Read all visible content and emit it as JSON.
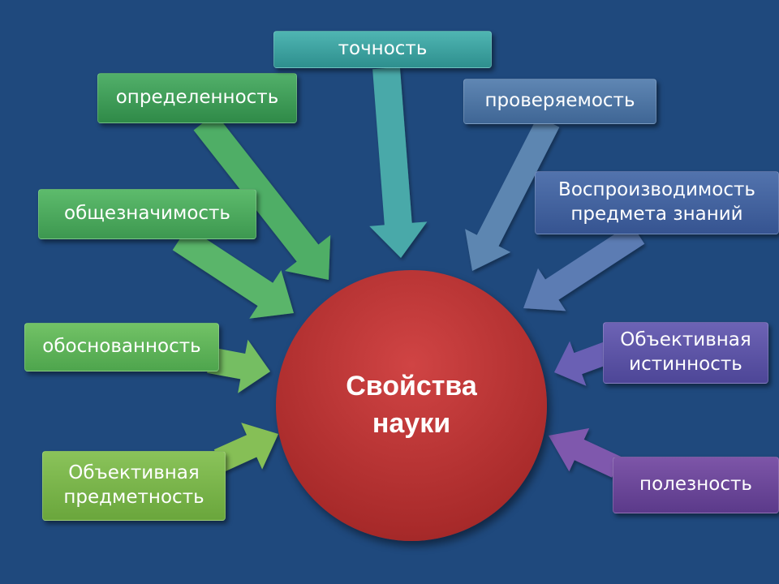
{
  "center": {
    "label": "Свойства\nнауки",
    "color": "#b83232"
  },
  "properties": [
    {
      "id": "opredelennost",
      "label": "определенность",
      "color": "#3f9c58"
    },
    {
      "id": "tochnost",
      "label": "точность",
      "color": "#3ea2a0"
    },
    {
      "id": "proveryaemost",
      "label": "проверяемость",
      "color": "#4f76a4"
    },
    {
      "id": "vosproizvodimost",
      "label": "Воспроизводимость\nпредмета знаний",
      "color": "#4463a0"
    },
    {
      "id": "obshcheznachimost",
      "label": "общезначимость",
      "color": "#4caa5e"
    },
    {
      "id": "obosnovannost",
      "label": "обоснованность",
      "color": "#5fb25a"
    },
    {
      "id": "obektivnaya-istinnost",
      "label": "Объективная\nистинность",
      "color": "#5d55a6"
    },
    {
      "id": "obektivnaya-predmetnost",
      "label": "Объективная\nпредметность",
      "color": "#7ab44b"
    },
    {
      "id": "poleznost",
      "label": "полезность",
      "color": "#6c4899"
    }
  ]
}
